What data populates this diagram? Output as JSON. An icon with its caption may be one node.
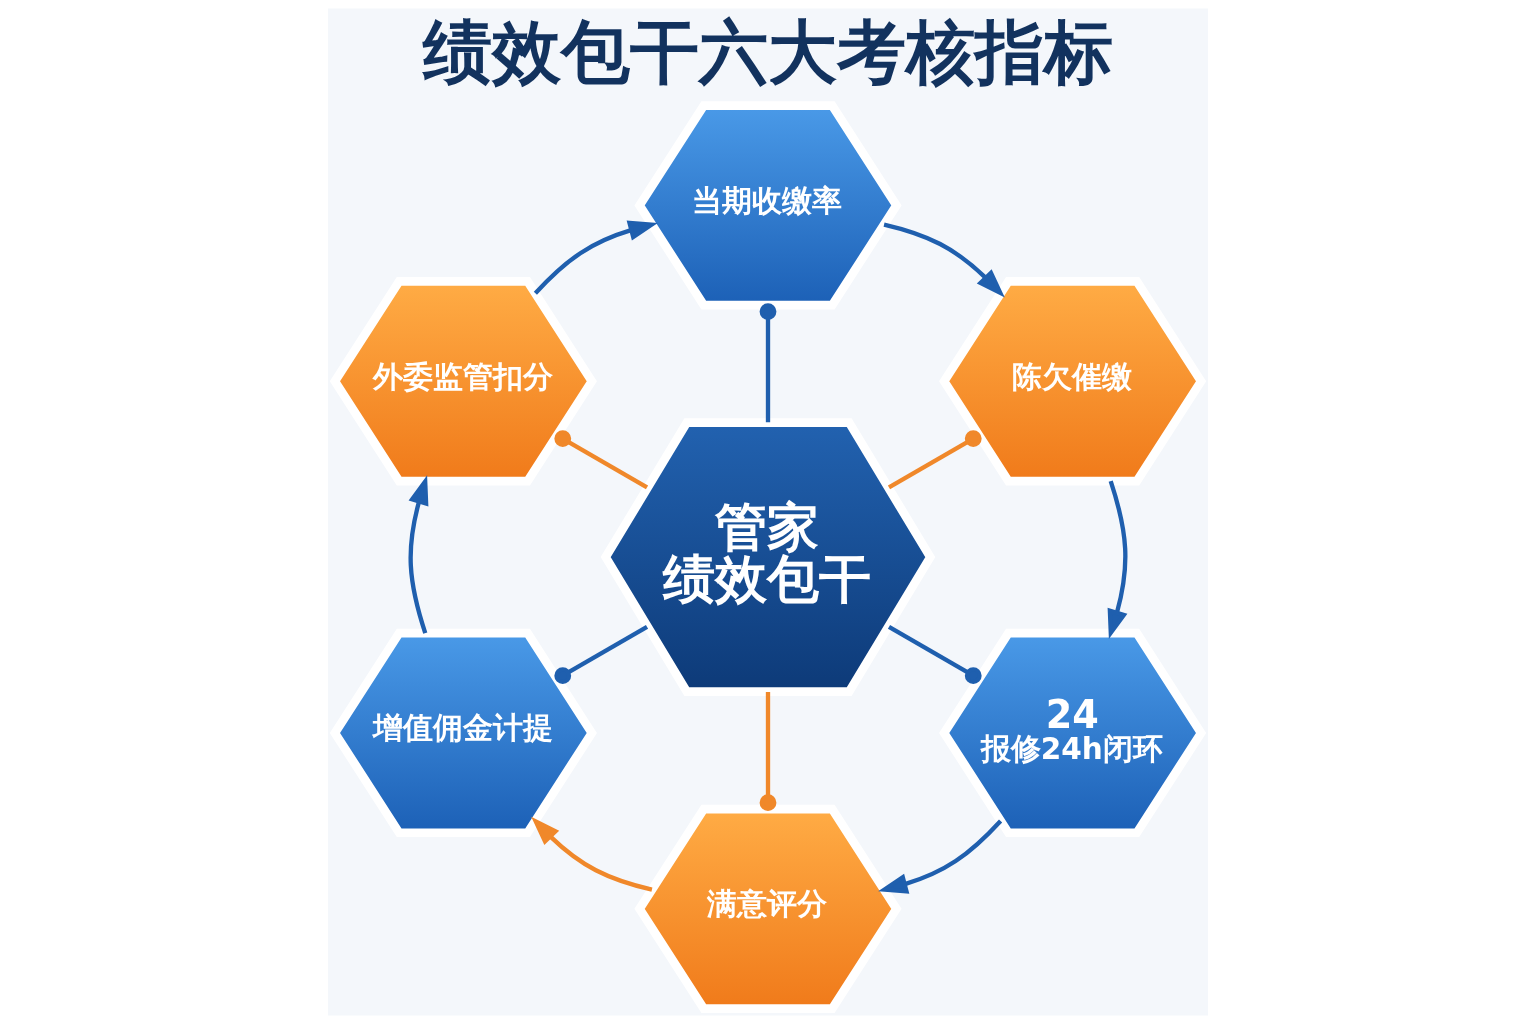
{
  "diagram": {
    "title": "绩效包干六大考核指标",
    "nodes": [
      {
        "text": [
          "管家绩效包干"
        ]
      },
      {
        "text": [
          "当期收缴率"
        ]
      },
      {
        "text": [
          "陈欠催缴"
        ]
      },
      {
        "text": [
          "24",
          "报修24h闭环"
        ]
      },
      {
        "text": [
          "满意评分"
        ]
      },
      {
        "text": [
          "增值佣金计提"
        ]
      },
      {
        "text": [
          "外委监管扣分"
        ]
      }
    ],
    "edges": [
      {
        "from": 0,
        "to": 1,
        "arrow": "other"
      },
      {
        "from": 0,
        "to": 2,
        "arrow": "other",
        "color": "#f0882a"
      },
      {
        "from": 0,
        "to": 3,
        "arrow": "other"
      },
      {
        "from": 0,
        "to": 4,
        "arrow": "other",
        "color": "#f0882a"
      },
      {
        "from": 0,
        "to": 5,
        "arrow": "other"
      },
      {
        "from": 0,
        "to": 6,
        "arrow": "other",
        "color": "#f0882a"
      },
      {
        "from": 1,
        "to": 2,
        "arrow": "to"
      },
      {
        "from": 2,
        "to": 3,
        "arrow": "to"
      },
      {
        "from": 3,
        "to": 4,
        "arrow": "to"
      },
      {
        "from": 4,
        "to": 5,
        "arrow": "to",
        "color": "#f0882a"
      },
      {
        "from": 5,
        "to": 6,
        "arrow": "to"
      },
      {
        "from": 6,
        "to": 1,
        "arrow": "to"
      }
    ]
  }
}
